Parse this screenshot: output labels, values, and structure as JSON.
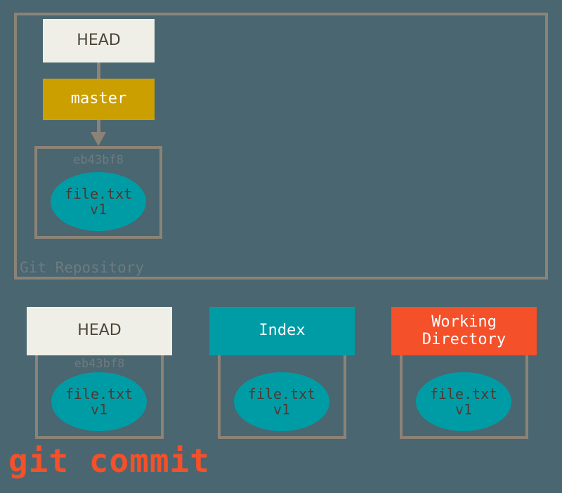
{
  "diagram": {
    "title": "git commit",
    "background_color": "#4a6670"
  },
  "repository": {
    "label": "Git Repository",
    "border_color": "#8c8377",
    "head": {
      "label": "HEAD",
      "box_color": "#f0efe7",
      "text_color": "#4d4438"
    },
    "branch": {
      "label": "master",
      "box_color": "#cc9f00",
      "text_color": "#ffffff"
    },
    "commit": {
      "hash": "eb43bf8",
      "blob": {
        "filename": "file.txt",
        "version": "v1",
        "color": "#009ca6"
      }
    }
  },
  "areas": [
    {
      "name": "head",
      "label": "HEAD",
      "header_color": "#f0efe7",
      "header_text_color": "#4d4438",
      "hash": "eb43bf8",
      "blob": {
        "filename": "file.txt",
        "version": "v1",
        "color": "#009ca6"
      }
    },
    {
      "name": "index",
      "label": "Index",
      "header_color": "#009ca6",
      "header_text_color": "#ffffff",
      "hash": "",
      "blob": {
        "filename": "file.txt",
        "version": "v1",
        "color": "#009ca6"
      }
    },
    {
      "name": "working-directory",
      "label": "Working\nDirectory",
      "label_line1": "Working",
      "label_line2": "Directory",
      "header_color": "#f4502a",
      "header_text_color": "#ffffff",
      "hash": "",
      "blob": {
        "filename": "file.txt",
        "version": "v1",
        "color": "#009ca6"
      }
    }
  ],
  "command": {
    "text": "git commit",
    "color": "#f4502a"
  }
}
